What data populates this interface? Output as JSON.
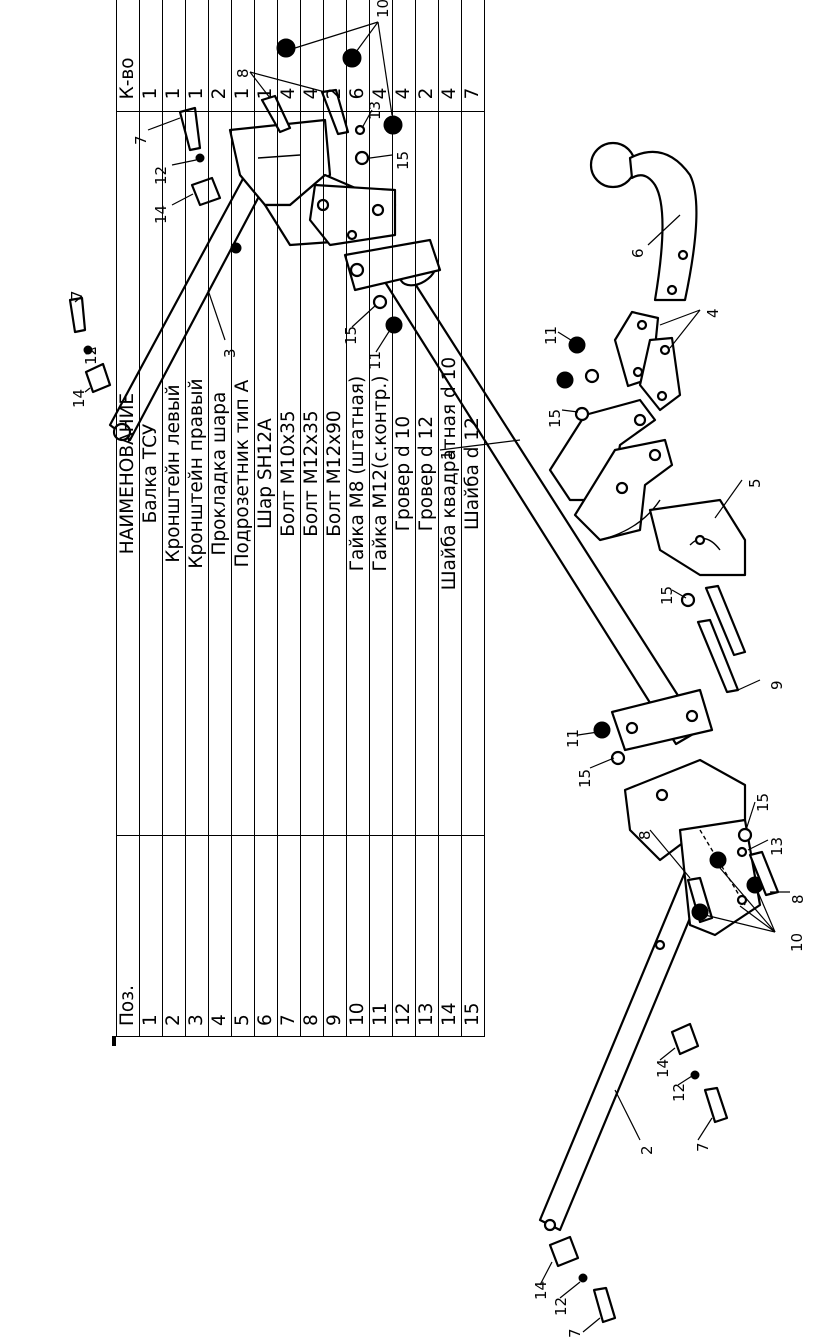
{
  "table": {
    "headers": {
      "pos": "Поз.",
      "name": "НАИМЕНОВАНИЕ",
      "qty": "К-во"
    },
    "rows": [
      {
        "pos": "1",
        "name": "Балка ТСУ",
        "qty": "1"
      },
      {
        "pos": "2",
        "name": "Кронштейн левый",
        "qty": "1"
      },
      {
        "pos": "3",
        "name": "Кронштейн правый",
        "qty": "1"
      },
      {
        "pos": "4",
        "name": "Прокладка шара",
        "qty": "2"
      },
      {
        "pos": "5",
        "name": "Подрозетник тип А",
        "qty": "1"
      },
      {
        "pos": "6",
        "name": "Шар SH12A",
        "qty": "1"
      },
      {
        "pos": "7",
        "name": "Болт М10х35",
        "qty": "4"
      },
      {
        "pos": "8",
        "name": "Болт М12х35",
        "qty": "4"
      },
      {
        "pos": "9",
        "name": "Болт М12х90",
        "qty": "2"
      },
      {
        "pos": "10",
        "name": "Гайка М8 (штатная)",
        "qty": "6"
      },
      {
        "pos": "11",
        "name": "Гайка М12(с.контр.)",
        "qty": "4"
      },
      {
        "pos": "12",
        "name": "Гровер d 10",
        "qty": "4"
      },
      {
        "pos": "13",
        "name": "Гровер d 12",
        "qty": "2"
      },
      {
        "pos": "14",
        "name": "Шайба квадратная d 10",
        "qty": "4"
      },
      {
        "pos": "15",
        "name": "Шайба d 12",
        "qty": "7"
      }
    ]
  },
  "callouts": [
    "1",
    "2",
    "3",
    "4",
    "5",
    "6",
    "7",
    "8",
    "9",
    "10",
    "11",
    "12",
    "13",
    "14",
    "15"
  ]
}
